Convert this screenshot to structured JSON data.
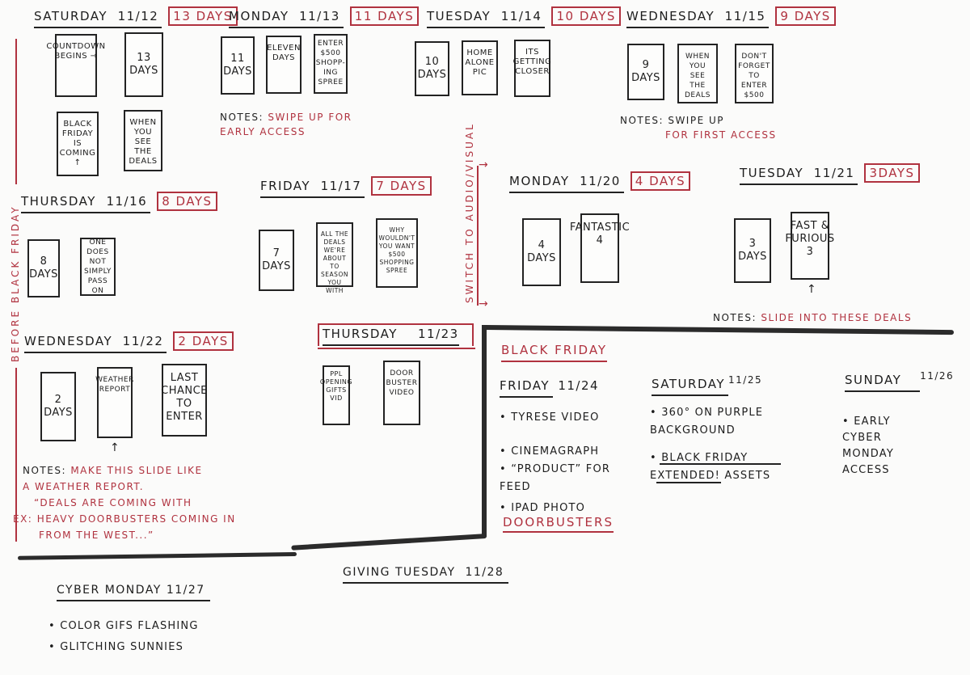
{
  "section_labels": {
    "before_black_friday": "Before Black Friday",
    "switch_to_audio_visual": "Switch to Audio/Visual"
  },
  "days": {
    "sat_1112": {
      "day": "Saturday",
      "date": "11/12",
      "countdown": "13 Days",
      "cards": [
        "Countdown Begins →",
        "13 Days",
        "Black Friday is Coming ↑",
        "When You See the Deals"
      ]
    },
    "mon_1113": {
      "day": "Monday",
      "date": "11/13",
      "countdown": "11 Days",
      "cards": [
        "11 Days",
        "Eleven Days",
        "Enter $500 Shopp-ing Spree"
      ],
      "notes_label": "Notes:",
      "notes": "Swipe up for early access"
    },
    "tue_1114": {
      "day": "Tuesday",
      "date": "11/14",
      "countdown": "10 Days",
      "cards": [
        "10 Days",
        "Home Alone Pic",
        "Its Getting Closer"
      ]
    },
    "wed_1115": {
      "day": "Wednesday",
      "date": "11/15",
      "countdown": "9 Days",
      "cards": [
        "9 Days",
        "When You See the Deals",
        "Don't Forget to Enter $500"
      ],
      "notes_label": "Notes:",
      "notes_black": "Swipe up",
      "notes": "for first access"
    },
    "thu_1116": {
      "day": "Thursday",
      "date": "11/16",
      "countdown": "8 Days",
      "cards": [
        "8 Days",
        "One Does Not Simply Pass On"
      ]
    },
    "fri_1117": {
      "day": "Friday",
      "date": "11/17",
      "countdown": "7 Days",
      "cards": [
        "7 Days",
        "All the Deals We're About to Season You With",
        "Why Wouldn't You Want $500 Shopping Spree"
      ]
    },
    "mon_1120": {
      "day": "Monday",
      "date": "11/20",
      "countdown": "4 Days",
      "cards": [
        "4 Days",
        "Fantastic 4"
      ]
    },
    "tue_1121": {
      "day": "Tuesday",
      "date": "11/21",
      "countdown": "3Days",
      "cards": [
        "3 Days",
        "Fast & Furious 3"
      ],
      "notes_label": "Notes:",
      "notes": "Slide into these deals"
    },
    "wed_1122": {
      "day": "Wednesday",
      "date": "11/22",
      "countdown": "2 Days",
      "cards": [
        "2 Days",
        "Weather Report",
        "Last Chance to Enter"
      ],
      "notes_label": "Notes:",
      "notes_line1": "Make this slide like",
      "notes_line2": "a weather report.",
      "ex_label": "Ex:",
      "ex_line1": "“Deals are coming with",
      "ex_line2": "heavy doorbusters coming in",
      "ex_line3": "from the west...”"
    },
    "thu_1123": {
      "day": "Thursday",
      "date": "11/23",
      "cards": [
        "PPL Opening Gifts Vid",
        "Door Buster Video"
      ]
    }
  },
  "black_friday": {
    "title": "Black Friday",
    "friday": {
      "day": "Friday",
      "date": "11/24",
      "items": [
        "Tyrese Video",
        "Cinemagraph",
        "“Product” for feed",
        "iPad Photo"
      ],
      "footer": "Doorbusters"
    },
    "saturday": {
      "day": "Saturday",
      "date": "11/25",
      "items": [
        "360° on purple background",
        "Black Friday Extended! Assets"
      ]
    },
    "sunday": {
      "day": "Sunday",
      "date": "11/26",
      "items": [
        "Early Cyber Monday Access"
      ]
    }
  },
  "cyber_monday": {
    "day": "Cyber Monday",
    "date": "11/27",
    "items": [
      "Color gifs flashing",
      "Glitching sunnies"
    ]
  },
  "giving_tuesday": {
    "day": "Giving Tuesday",
    "date": "11/28"
  },
  "colors": {
    "accent_red": "#b0323f",
    "ink": "#222222",
    "paper": "#fbfbfa"
  }
}
